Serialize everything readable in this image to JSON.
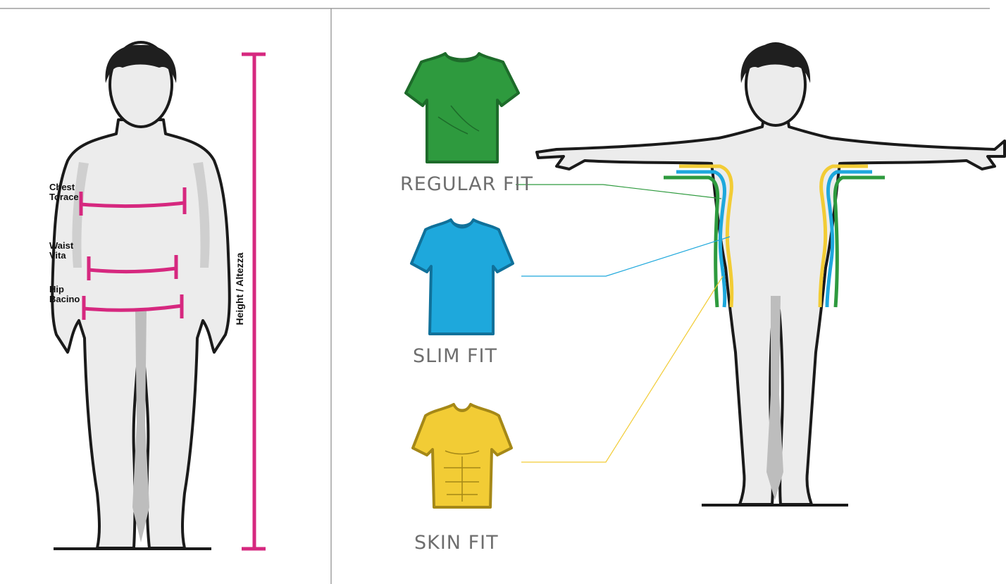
{
  "measurements": {
    "chest": {
      "line1": "Chest",
      "line2": "Torace"
    },
    "waist": {
      "line1": "Waist",
      "line2": "Vita"
    },
    "hip": {
      "line1": "Hip",
      "line2": "Bacino"
    },
    "height": "Height / Altezza"
  },
  "fits": [
    {
      "label": "REGULAR FIT",
      "color": "#2e9a3e",
      "icon": "regular-fit-tshirt-icon"
    },
    {
      "label": "SLIM FIT",
      "color": "#1ea8dc",
      "icon": "slim-fit-tshirt-icon"
    },
    {
      "label": "SKIN FIT",
      "color": "#f2cc35",
      "icon": "skin-fit-tshirt-icon"
    }
  ],
  "colors": {
    "measure": "#d6287f",
    "body": "#ececec",
    "outline": "#1a1a1a",
    "text": "#6e6e6e"
  }
}
